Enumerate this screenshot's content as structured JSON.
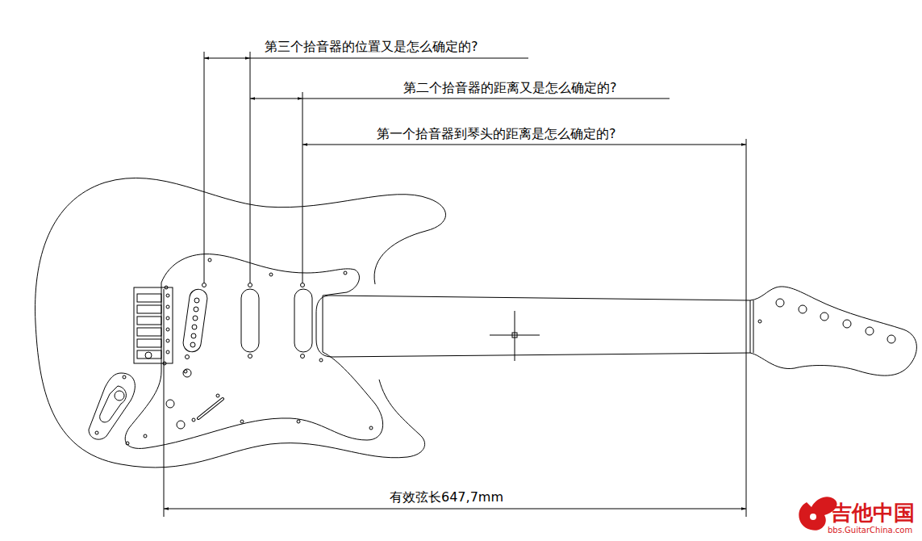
{
  "diagram": {
    "labels": [
      "第三个拾音器的位置又是怎么确定的?",
      "第二个拾音器的距离又是怎么确定的?",
      "第一个拾音器到琴头的距离是怎么确定的?",
      "有效弦长647,7mm",
      "吉他中国",
      "bbs.GuitarChina.com"
    ]
  }
}
